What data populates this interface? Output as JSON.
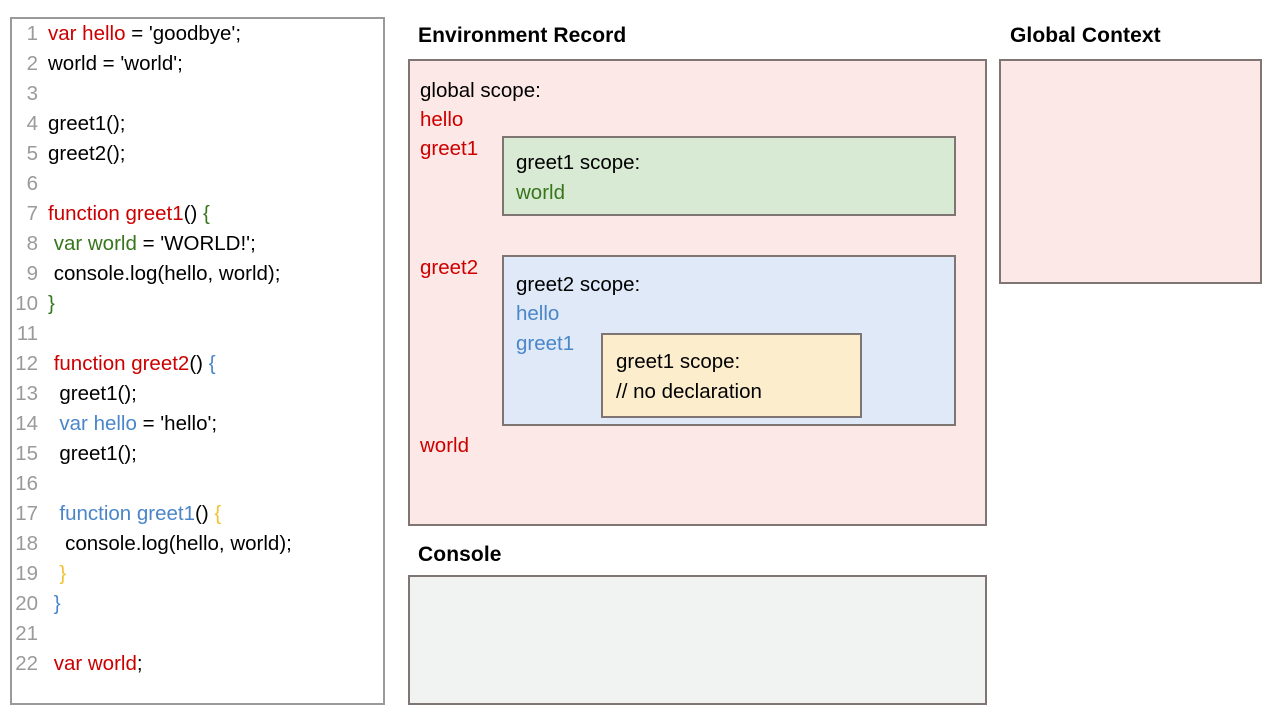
{
  "code_panel": {
    "name": "javascript-source-code",
    "lines": [
      {
        "number": "1",
        "tokens": [
          {
            "t": "var hello",
            "c": "red"
          },
          {
            "t": " = 'goodbye';",
            "c": "black"
          }
        ]
      },
      {
        "number": "2",
        "tokens": [
          {
            "t": "world = 'world';",
            "c": "black"
          }
        ]
      },
      {
        "number": "3",
        "tokens": [
          {
            "t": "",
            "c": "black"
          }
        ]
      },
      {
        "number": "4",
        "tokens": [
          {
            "t": "greet1();",
            "c": "black"
          }
        ]
      },
      {
        "number": "5",
        "tokens": [
          {
            "t": "greet2();",
            "c": "black"
          }
        ]
      },
      {
        "number": "6",
        "tokens": [
          {
            "t": "",
            "c": "black"
          }
        ]
      },
      {
        "number": "7",
        "tokens": [
          {
            "t": "function greet1",
            "c": "red"
          },
          {
            "t": "() ",
            "c": "black"
          },
          {
            "t": "{",
            "c": "green"
          }
        ]
      },
      {
        "number": "8",
        "tokens": [
          {
            "t": " ",
            "c": "black"
          },
          {
            "t": "var world",
            "c": "green"
          },
          {
            "t": " = 'WORLD!';",
            "c": "black"
          }
        ]
      },
      {
        "number": "9",
        "tokens": [
          {
            "t": " console.log(hello, world);",
            "c": "black"
          }
        ]
      },
      {
        "number": "10",
        "tokens": [
          {
            "t": "}",
            "c": "green"
          }
        ]
      },
      {
        "number": "11",
        "tokens": [
          {
            "t": "",
            "c": "black"
          }
        ]
      },
      {
        "number": "12",
        "tokens": [
          {
            "t": " ",
            "c": "black"
          },
          {
            "t": "function greet2",
            "c": "red"
          },
          {
            "t": "() ",
            "c": "black"
          },
          {
            "t": "{",
            "c": "blue"
          }
        ]
      },
      {
        "number": "13",
        "tokens": [
          {
            "t": "  greet1();",
            "c": "black"
          }
        ]
      },
      {
        "number": "14",
        "tokens": [
          {
            "t": "  ",
            "c": "black"
          },
          {
            "t": "var hello",
            "c": "blue"
          },
          {
            "t": " = 'hello';",
            "c": "black"
          }
        ]
      },
      {
        "number": "15",
        "tokens": [
          {
            "t": "  greet1();",
            "c": "black"
          }
        ]
      },
      {
        "number": "16",
        "tokens": [
          {
            "t": "",
            "c": "black"
          }
        ]
      },
      {
        "number": "17",
        "tokens": [
          {
            "t": "  ",
            "c": "black"
          },
          {
            "t": "function greet1",
            "c": "blue"
          },
          {
            "t": "() ",
            "c": "black"
          },
          {
            "t": "{",
            "c": "amber"
          }
        ]
      },
      {
        "number": "18",
        "tokens": [
          {
            "t": "   console.log(hello, world);",
            "c": "black"
          }
        ]
      },
      {
        "number": "19",
        "tokens": [
          {
            "t": "  ",
            "c": "black"
          },
          {
            "t": "}",
            "c": "amber"
          }
        ]
      },
      {
        "number": "20",
        "tokens": [
          {
            "t": " ",
            "c": "black"
          },
          {
            "t": "}",
            "c": "blue"
          }
        ]
      },
      {
        "number": "21",
        "tokens": [
          {
            "t": "",
            "c": "black"
          }
        ]
      },
      {
        "number": "22",
        "tokens": [
          {
            "t": " ",
            "c": "black"
          },
          {
            "t": "var world",
            "c": "red"
          },
          {
            "t": ";",
            "c": "black"
          }
        ]
      }
    ]
  },
  "environment_record": {
    "title": "Environment Record",
    "global_scope_label": "global scope:",
    "global_bindings": [
      {
        "name": "hello",
        "color": "red"
      },
      {
        "name": "greet1",
        "color": "red"
      },
      {
        "name": "greet2",
        "color": "red"
      },
      {
        "name": "world",
        "color": "red"
      }
    ],
    "greet1_scope": {
      "label": "greet1 scope:",
      "bindings": [
        {
          "name": "world",
          "color": "green"
        }
      ]
    },
    "greet2_scope": {
      "label": "greet2 scope:",
      "bindings": [
        {
          "name": "hello",
          "color": "blue"
        },
        {
          "name": "greet1",
          "color": "blue"
        }
      ],
      "inner_greet1_scope": {
        "label": "greet1 scope:",
        "note": "// no declaration"
      }
    }
  },
  "global_context": {
    "title": "Global Context",
    "contents": ""
  },
  "console": {
    "title": "Console",
    "contents": ""
  },
  "colors": {
    "pink_fill": "#fce8e6",
    "green_fill": "#d8ead3",
    "blue_fill": "#dfe9f8",
    "yellow_fill": "#fcedcd",
    "gray_fill": "#f1f3f2",
    "box_border": "#7f7673",
    "code_border": "#999a9c",
    "token_red": "#cc0000",
    "token_green": "#38761d",
    "token_blue": "#4a86c8",
    "token_amber": "#f1c232",
    "line_number": "#9a9a9a"
  }
}
